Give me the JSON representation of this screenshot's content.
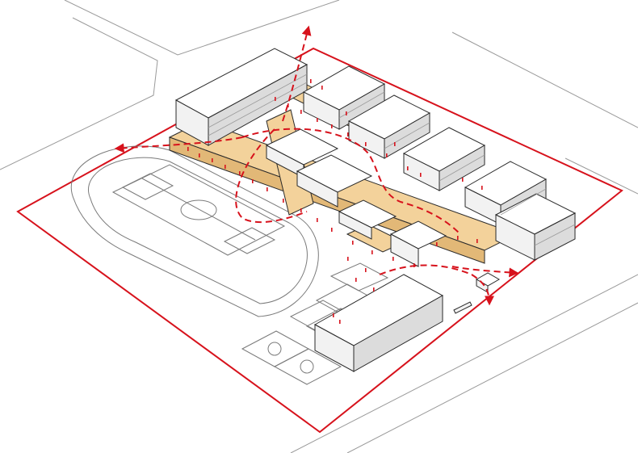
{
  "colors": {
    "background": "#ffffff",
    "line": "#2a2a2a",
    "light_line": "#9a9a9a",
    "site_boundary": "#d7121c",
    "circulation_path": "#d7121c",
    "corridor_fill": "#f3d29b",
    "corridor_shade": "#e2b877",
    "building_top": "#ffffff",
    "building_side": "#f2f2f2",
    "building_shadow": "#dcdcdc"
  },
  "diagram": {
    "type": "axonometric campus site plan",
    "elements": [
      "site-boundary",
      "streets",
      "running-track",
      "soccer-field",
      "basketball-courts",
      "classroom-wings",
      "connecting-corridor",
      "gymnasium",
      "circulation-arrows",
      "people-figures"
    ],
    "arrow_directions": [
      "north-exit",
      "west-exit",
      "east-exit",
      "south-entry"
    ]
  }
}
